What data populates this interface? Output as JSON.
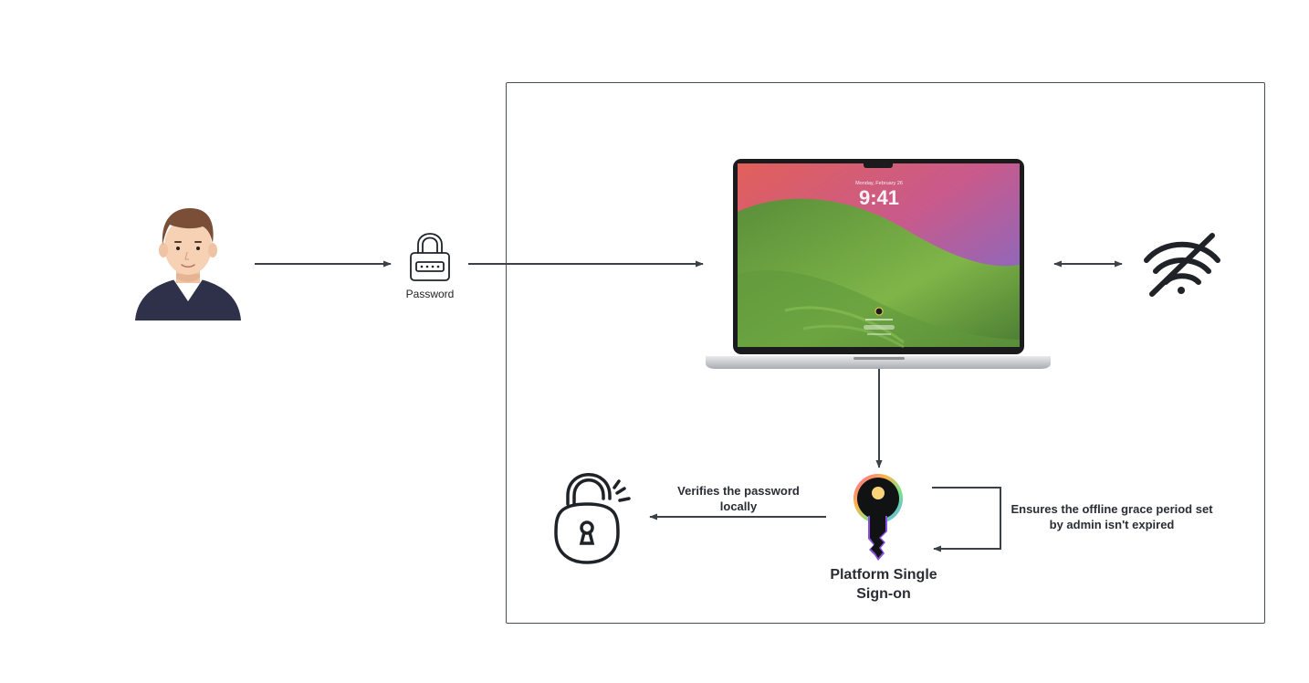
{
  "password": {
    "label": "Password"
  },
  "laptop": {
    "lock_date": "Monday, February 26",
    "lock_time": "9:41"
  },
  "verify": {
    "lines": [
      "Verifies the password",
      "locally"
    ]
  },
  "grace": {
    "lines": [
      "Ensures the offline grace period set",
      "by admin isn't expired"
    ]
  },
  "psso": {
    "lines": [
      "Platform Single",
      "Sign-on"
    ]
  },
  "icons": {
    "user": "user-avatar-icon",
    "password": "padlock-password-icon",
    "wifi": "wifi-off-icon",
    "key": "key-icon",
    "unlocked": "unlocked-padlock-icon"
  },
  "colors": {
    "arrow": "#3c4048",
    "frame": "#4a4f57",
    "skin": "#f7d1b4",
    "hair": "#7a4e37",
    "shirt": "#2f3049"
  }
}
